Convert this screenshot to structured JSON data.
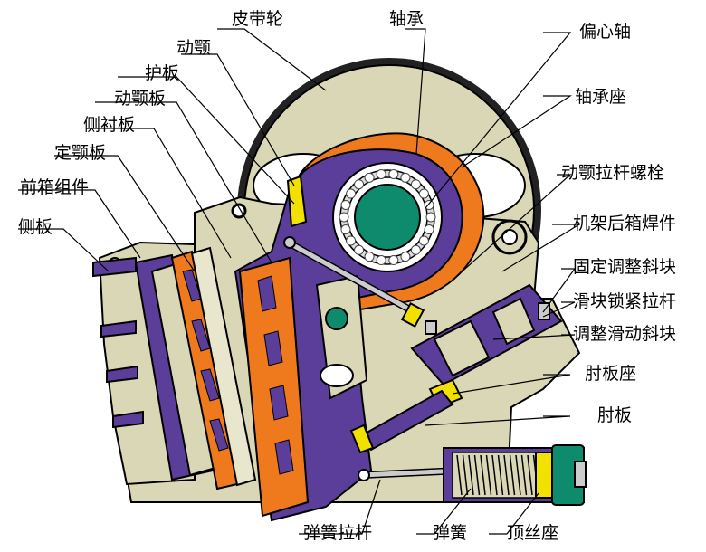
{
  "labels": {
    "pidailun": "皮带轮",
    "zhoucheng": "轴承",
    "pianxinzhou": "偏心轴",
    "dongge": "动颚",
    "huban": "护板",
    "donggeban": "动颚板",
    "zhouchengzuo": "轴承座",
    "ceban_lining": "侧衬板",
    "dinggeban": "定颚板",
    "donggelaganluoshuan": "动颚拉杆螺栓",
    "qianxiangzujian": "前箱组件",
    "jijiahouxianghanjian": "机架后箱焊件",
    "ceban": "侧板",
    "gudingtiaozhengxiekuai": "固定调整斜块",
    "huakuaisuojinlagan": "滑块锁紧拉杆",
    "tiaozhenghuadongxiekuai": "调整滑动斜块",
    "zhoubanzuo": "肘板座",
    "zhouban": "肘板",
    "tanhuanglagan": "弹簧拉杆",
    "tanhuang": "弹簧",
    "dingsizuo": "顶丝座"
  },
  "colors": {
    "frame": "#d9d7b5",
    "purple": "#5b3d9a",
    "orange": "#ef7a1e",
    "green": "#0e8a6c",
    "yellow": "#f2e000",
    "outline": "#000000"
  }
}
